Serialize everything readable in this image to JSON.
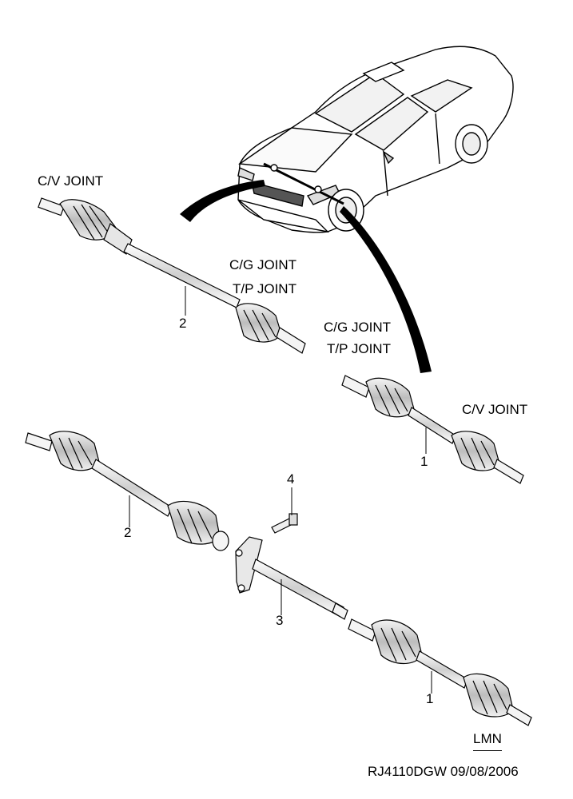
{
  "labels": {
    "cv_joint_top_left": "C/V JOINT",
    "cg_joint_1": "C/G JOINT",
    "tp_joint_1": "T/P JOINT",
    "cg_joint_2": "C/G JOINT",
    "tp_joint_2": "T/P JOINT",
    "cv_joint_right": "C/V JOINT"
  },
  "callouts": {
    "part_2_upper": "2",
    "part_1_upper": "1",
    "part_4": "4",
    "part_2_lower": "2",
    "part_3": "3",
    "part_1_lower": "1"
  },
  "footer": {
    "variant": "LMN",
    "drawing_id": "RJ4110DGW 09/08/2006"
  },
  "colors": {
    "line": "#000000",
    "background": "#ffffff",
    "boot": "#d9d9d9",
    "shaft": "#eeeeee"
  }
}
